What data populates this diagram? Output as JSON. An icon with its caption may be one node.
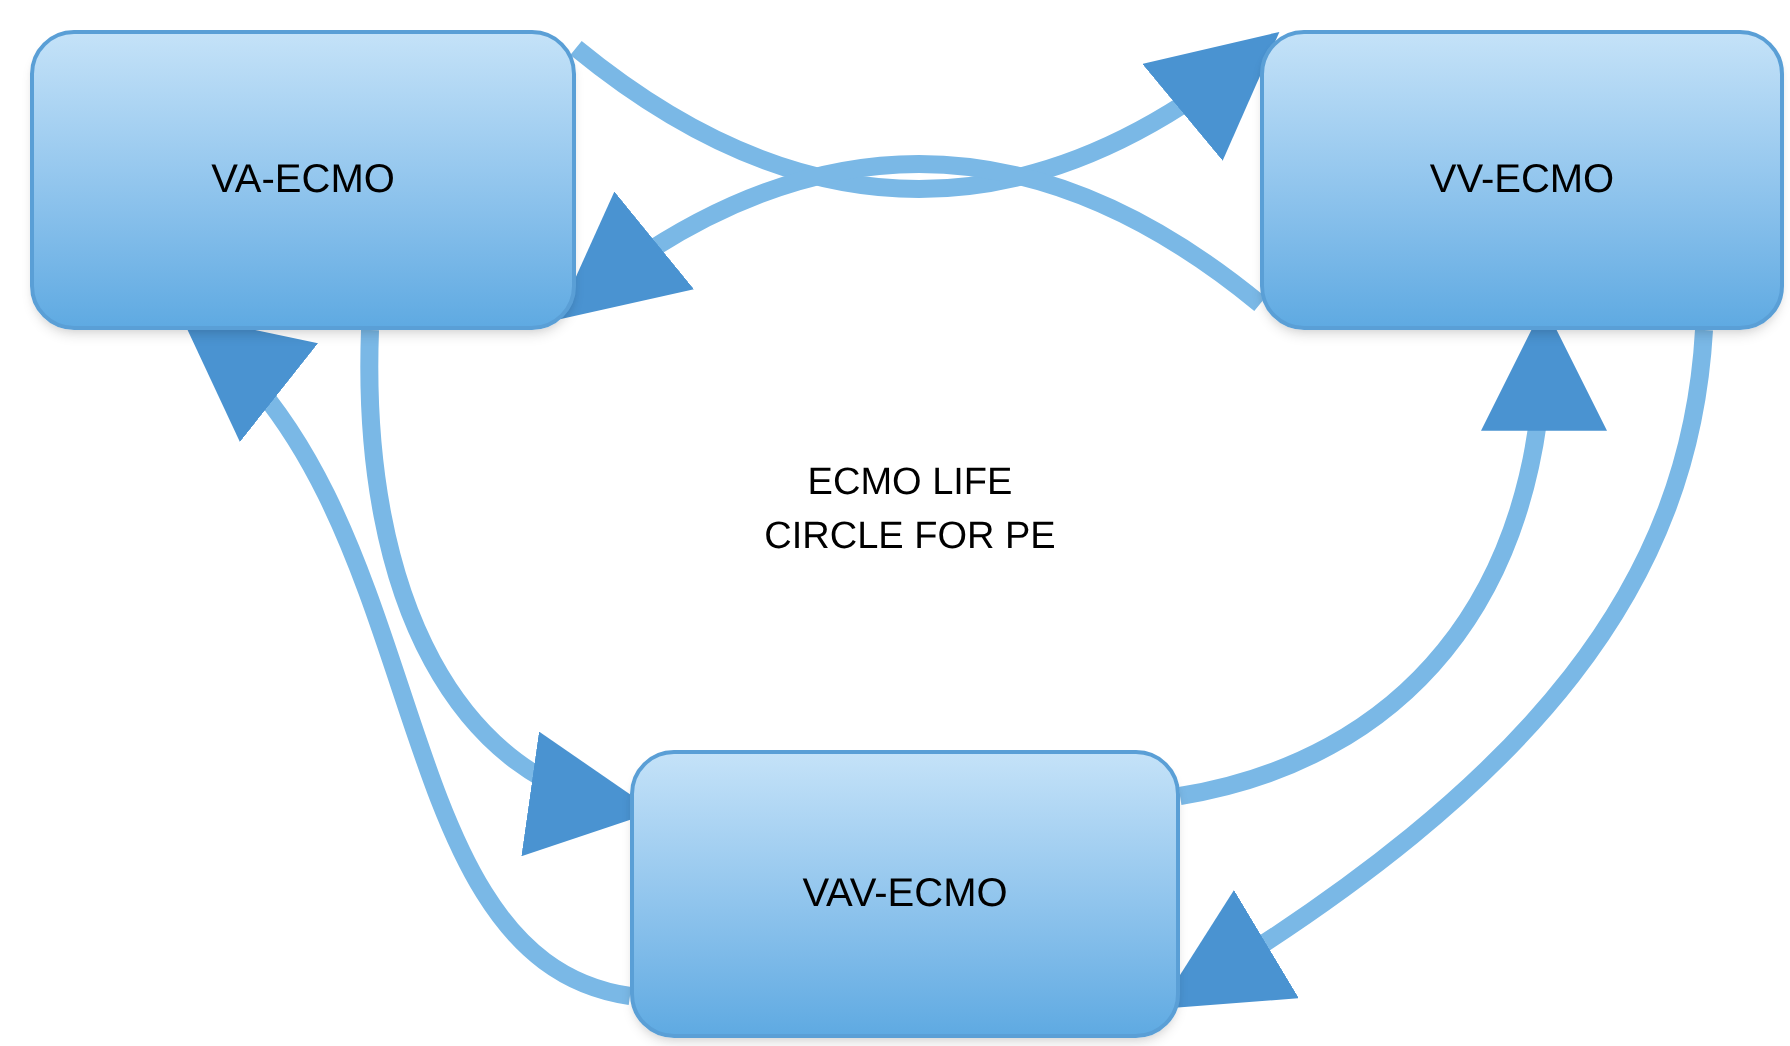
{
  "diagram": {
    "nodes": [
      {
        "text": [
          "VA-ECMO"
        ]
      },
      {
        "text": [
          "VV-ECMO"
        ]
      },
      {
        "text": [
          "VAV-ECMO"
        ]
      }
    ],
    "edges": [
      {
        "from": 0,
        "to": 1,
        "arrow": "to"
      },
      {
        "from": 1,
        "to": 0,
        "arrow": "to"
      },
      {
        "from": 0,
        "to": 2,
        "arrow": "to"
      },
      {
        "from": 2,
        "to": 0,
        "arrow": "to"
      },
      {
        "from": 2,
        "to": 1,
        "arrow": "to"
      },
      {
        "from": 1,
        "to": 2,
        "arrow": "to"
      }
    ],
    "labels": [
      "ECMO LIFE CIRCLE FOR PE"
    ]
  }
}
